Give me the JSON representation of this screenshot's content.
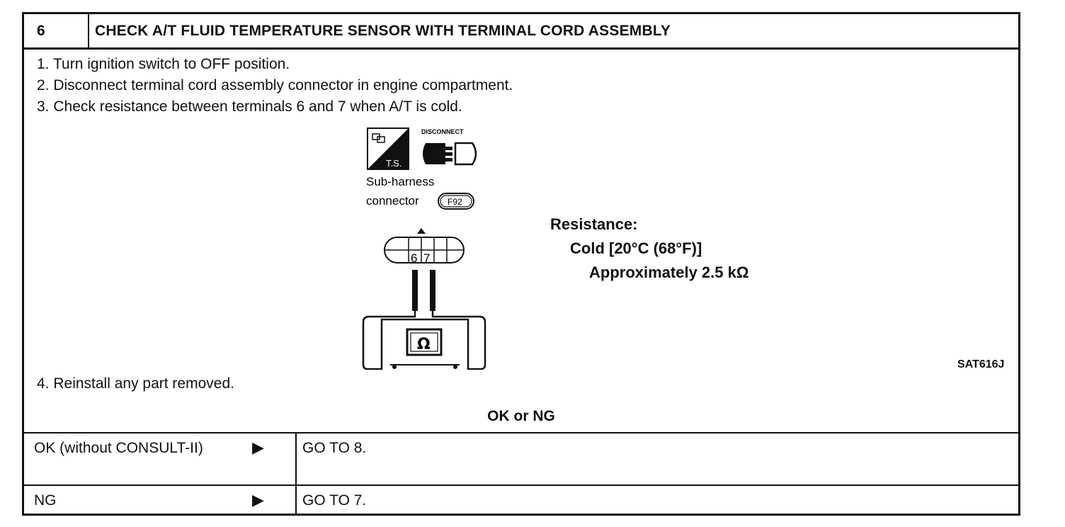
{
  "header": {
    "number": "6",
    "title": "CHECK A/T FLUID TEMPERATURE SENSOR WITH TERMINAL CORD ASSEMBLY"
  },
  "steps": [
    "1. Turn ignition switch to OFF position.",
    "2. Disconnect terminal cord assembly connector in engine compartment.",
    "3. Check resistance between terminals 6 and 7 when A/T is cold."
  ],
  "step4": "4. Reinstall any part removed.",
  "figure": {
    "ts_label": "T.S.",
    "disconnect_label": "DISCONNECT",
    "connector_line1": "Sub-harness",
    "connector_line2": "connector",
    "connector_code": "F92",
    "terminal_a": "6",
    "terminal_b": "7",
    "meter_symbol": "Ω",
    "figure_code": "SAT616J"
  },
  "resistance": {
    "heading": "Resistance:",
    "condition": "Cold [20°C (68°F)]",
    "value": "Approximately 2.5 kΩ"
  },
  "result_heading": "OK or NG",
  "results": [
    {
      "label": "OK (without CONSULT-II)",
      "action": "GO TO 8."
    },
    {
      "label": "NG",
      "action": "GO TO 7."
    }
  ]
}
